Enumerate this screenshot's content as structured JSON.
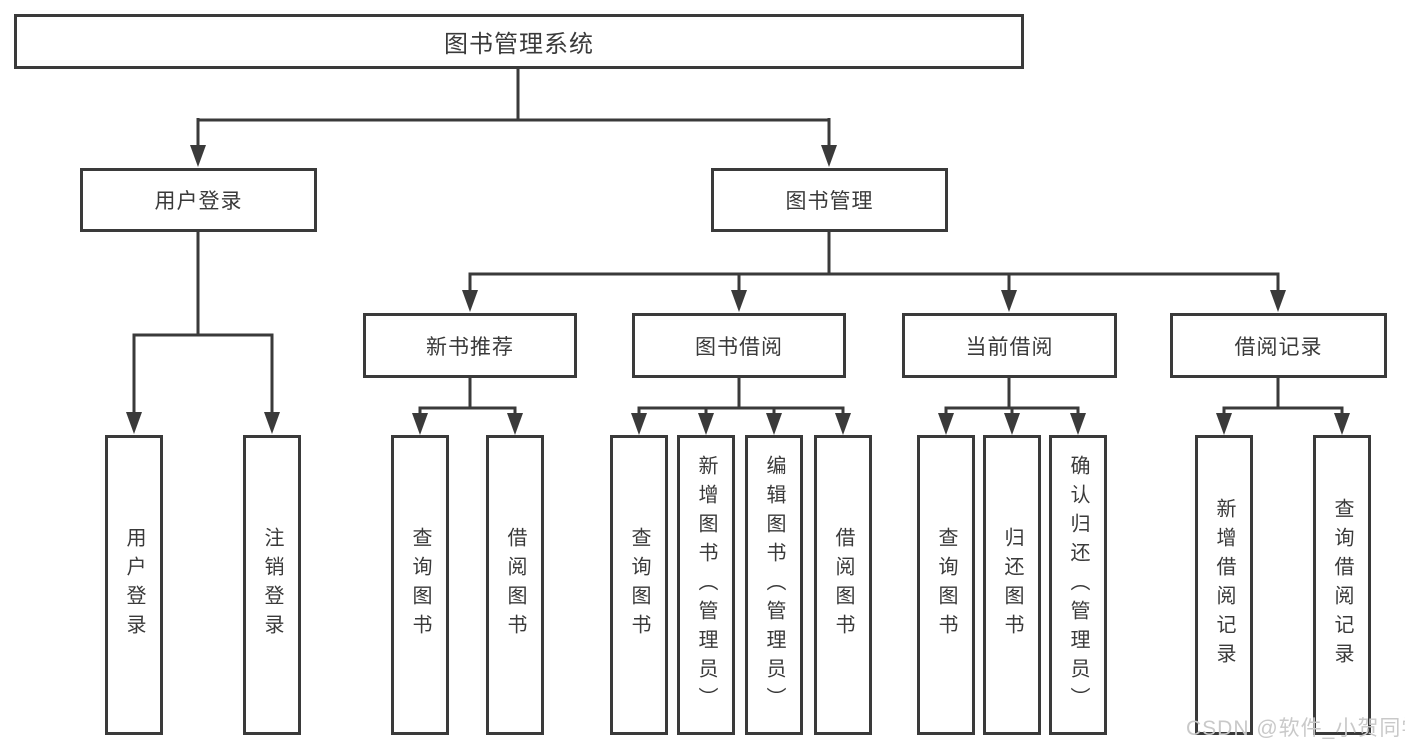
{
  "diagram": {
    "root": {
      "label": "图书管理系统",
      "children": [
        {
          "label": "用户登录",
          "children": [
            {
              "label": "用户登录"
            },
            {
              "label": "注销登录"
            }
          ]
        },
        {
          "label": "图书管理",
          "children": [
            {
              "label": "新书推荐",
              "children": [
                {
                  "label": "查询图书"
                },
                {
                  "label": "借阅图书"
                }
              ]
            },
            {
              "label": "图书借阅",
              "children": [
                {
                  "label": "查询图书"
                },
                {
                  "label": "新增图书（管理员）"
                },
                {
                  "label": "编辑图书（管理员）"
                },
                {
                  "label": "借阅图书"
                }
              ]
            },
            {
              "label": "当前借阅",
              "children": [
                {
                  "label": "查询图书"
                },
                {
                  "label": "归还图书"
                },
                {
                  "label": "确认归还（管理员）"
                }
              ]
            },
            {
              "label": "借阅记录",
              "children": [
                {
                  "label": "新增借阅记录"
                },
                {
                  "label": "查询借阅记录"
                }
              ]
            }
          ]
        }
      ]
    }
  },
  "watermark": {
    "text": "CSDN @软件_小贺同学"
  },
  "colors": {
    "line": "#3a3a3a",
    "background": "#ffffff",
    "watermark": "#c9c9c9"
  }
}
